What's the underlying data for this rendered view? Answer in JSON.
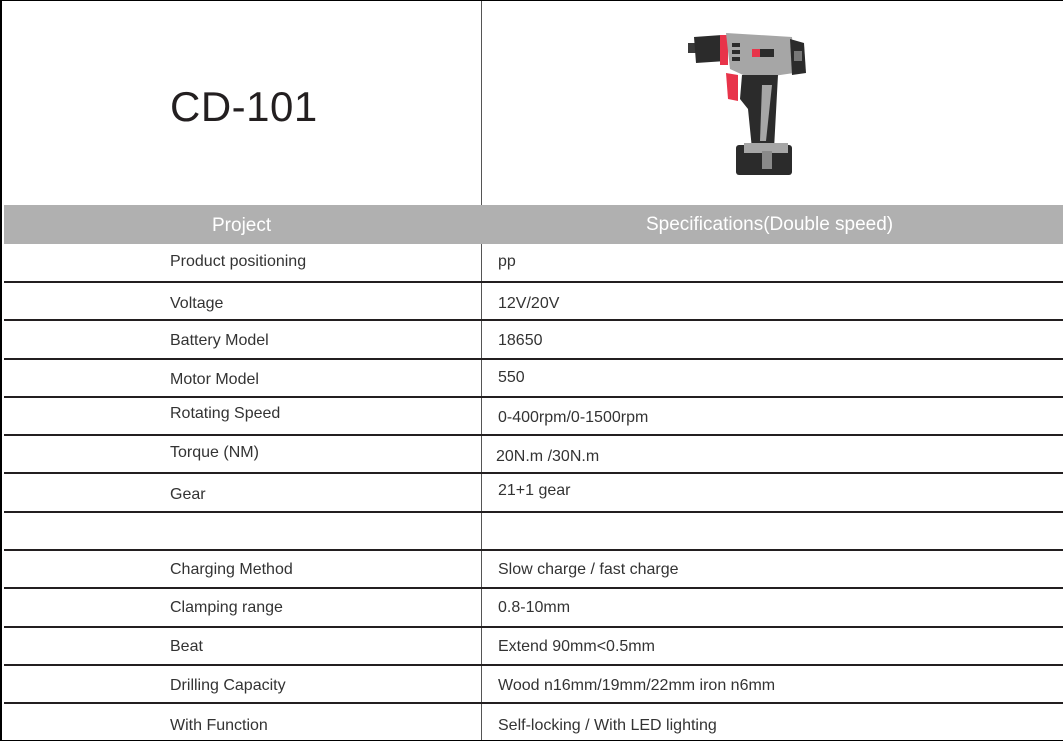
{
  "product": {
    "model": "CD-101",
    "image": "cordless-drill-icon",
    "image_colors": {
      "body": "#9a9a9a",
      "dark": "#2b2b2b",
      "accent": "#e8344a"
    }
  },
  "header": {
    "project_label": "Project",
    "spec_label": "Specifications(Double speed)",
    "background": "#b0b0b0"
  },
  "rows": [
    {
      "label": "Product positioning",
      "value": "pp"
    },
    {
      "label": "Voltage",
      "value": "12V/20V"
    },
    {
      "label": "Battery Model",
      "value": "18650"
    },
    {
      "label": "Motor Model",
      "value": "550"
    },
    {
      "label": "Rotating Speed",
      "value": "0-400rpm/0-1500rpm"
    },
    {
      "label": "Torque (NM)",
      "value": "20N.m /30N.m"
    },
    {
      "label": "Gear",
      "value": "21+1 gear"
    },
    {
      "label": "",
      "value": ""
    },
    {
      "label": "Charging Method",
      "value": "Slow charge / fast charge"
    },
    {
      "label": "Clamping range",
      "value": "0.8-10mm"
    },
    {
      "label": "Beat",
      "value": "Extend 90mm<0.5mm"
    },
    {
      "label": "Drilling Capacity",
      "value": "Wood n16mm/19mm/22mm  iron n6mm"
    },
    {
      "label": "With Function",
      "value": "Self-locking  / With LED lighting"
    }
  ]
}
